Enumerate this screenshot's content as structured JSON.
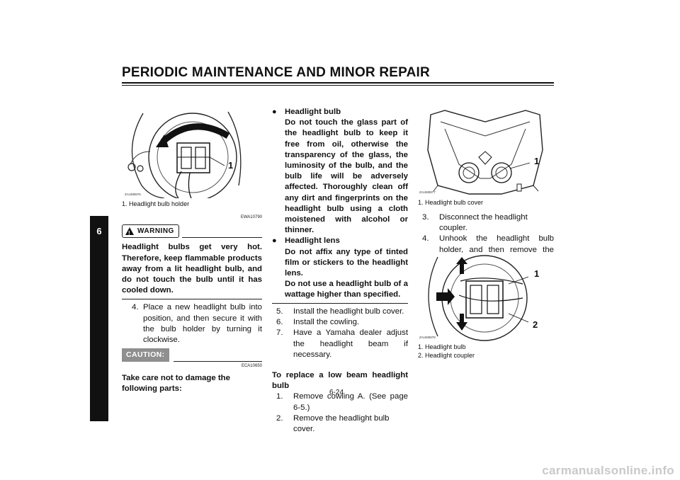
{
  "header": {
    "title": "PERIODIC MAINTENANCE AND MINOR REPAIR"
  },
  "side_tab": {
    "label": "6"
  },
  "figures": {
    "fig1": {
      "code": "ZAUM0876",
      "callout": "1",
      "caption": "1. Headlight bulb holder"
    },
    "fig2": {
      "code": "ZAUM0877",
      "callout": "1",
      "caption": "1. Headlight bulb cover"
    },
    "fig3": {
      "code": "ZAUM0878",
      "callouts": [
        "1",
        "2"
      ],
      "captions": [
        "1. Headlight bulb",
        "2. Headlight coupler"
      ]
    }
  },
  "warning": {
    "code": "EWA10790",
    "label": "WARNING",
    "text": "Headlight bulbs get very hot. Therefore, keep flammable products away from a lit headlight bulb, and do not touch the bulb until it has cooled down."
  },
  "step4": {
    "num": "4.",
    "text": "Place a new headlight bulb into position, and then secure it with the bulb holder by turning it clockwise."
  },
  "caution": {
    "code": "ECA10650",
    "label": "CAUTION:",
    "text": "Take care not to damage the following parts:",
    "items": [
      {
        "title": "Headlight bulb",
        "text": "Do not touch the glass part of the headlight bulb to keep it free from oil, otherwise the transparency of the glass, the luminosity of the bulb, and the bulb life will be adversely affected. Thoroughly clean off any dirt and fingerprints on the headlight bulb using a cloth moistened with alcohol or thinner."
      },
      {
        "title": "Headlight lens",
        "text": "Do not affix any type of tinted film or stickers to the headlight lens.",
        "text2": "Do not use a headlight bulb of a wattage higher than specified."
      }
    ]
  },
  "steps_mid": [
    {
      "num": "5.",
      "text": "Install the headlight bulb cover."
    },
    {
      "num": "6.",
      "text": "Install the cowling."
    },
    {
      "num": "7.",
      "text": "Have a Yamaha dealer adjust the headlight beam if necessary."
    }
  ],
  "low_beam": {
    "heading": "To replace a low beam headlight bulb",
    "steps": [
      {
        "num": "1.",
        "text": "Remove cowling A. (See page 6-5.)"
      },
      {
        "num": "2.",
        "text": "Remove the headlight bulb cover."
      }
    ]
  },
  "steps_right": [
    {
      "num": "3.",
      "text": "Disconnect the headlight coupler."
    },
    {
      "num": "4.",
      "text": "Unhook the headlight bulb holder, and then remove the defective bulb."
    }
  ],
  "page_number": "6-24",
  "footer": "carmanualsonline.info"
}
